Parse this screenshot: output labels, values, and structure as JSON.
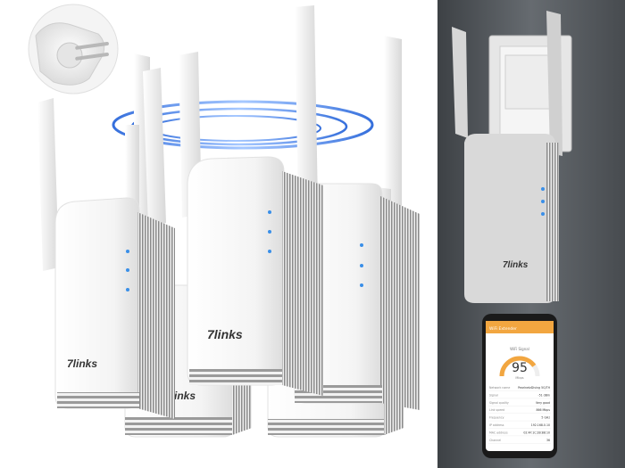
{
  "product": {
    "brand_logo": "7links",
    "led_color": "#3a8fe8",
    "housing_color": "#ffffff",
    "wall_color": "#555a5e"
  },
  "phone": {
    "app_header": "WiFi Extender",
    "gauge_label": "WiFi Signal",
    "gauge_value": "95",
    "gauge_unit": "Mbps",
    "gauge_fraction": 0.8,
    "accent_color": "#f2a640",
    "rows": [
      {
        "label": "Network name",
        "value": "PearlnetzDiving 5G/TH"
      },
      {
        "label": "Signal",
        "value": "-51 dBm"
      },
      {
        "label": "Signal quality",
        "value": "Very good"
      },
      {
        "label": "Link speed",
        "value": "866 Mbps"
      },
      {
        "label": "Frequency",
        "value": "5 GHz"
      },
      {
        "label": "IP address",
        "value": "192.168.0.10"
      },
      {
        "label": "MAC address",
        "value": "02:4F:1C:2B:88:10"
      },
      {
        "label": "Channel",
        "value": "36"
      }
    ]
  }
}
